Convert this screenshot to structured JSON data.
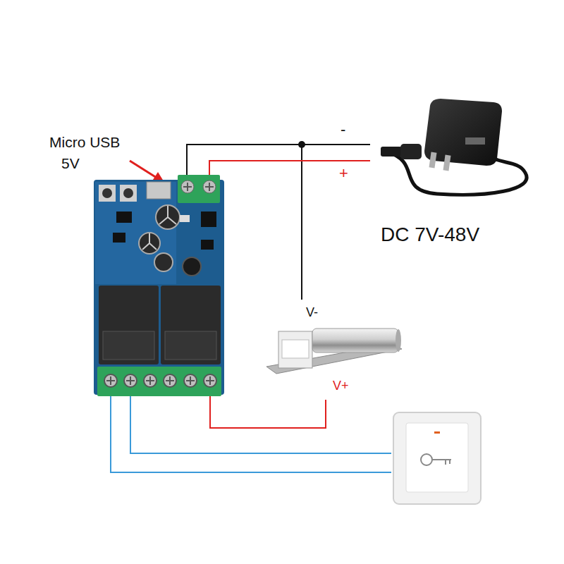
{
  "diagram": {
    "labels": [
      "Micro USB",
      "5V",
      "-",
      "+",
      "DC 7V-48V",
      "V-",
      "V+"
    ]
  }
}
